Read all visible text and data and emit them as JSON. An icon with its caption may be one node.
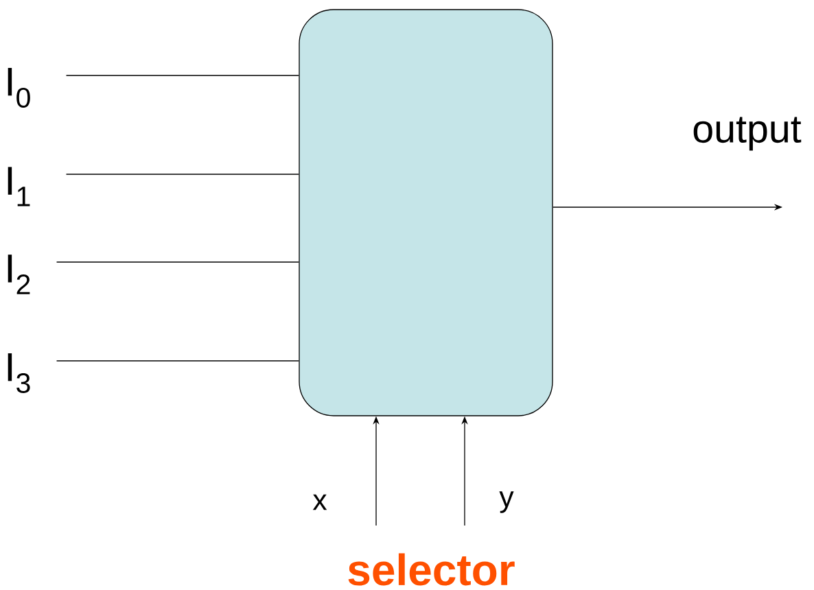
{
  "diagram": {
    "nodes": [
      {
        "text": [],
        "shape": "box"
      },
      {
        "text": [
          "I$_{0}$"
        ]
      },
      {
        "text": [
          "I$_{1}$"
        ]
      },
      {
        "text": [
          "I$_{2}$"
        ]
      },
      {
        "text": [
          "I$_{3}$"
        ]
      }
    ],
    "edges": [
      {
        "from": 1,
        "to": 0,
        "arrow": "none"
      },
      {
        "from": 2,
        "to": 0,
        "arrow": "none"
      },
      {
        "from": 3,
        "to": 0,
        "arrow": "none"
      },
      {
        "from": 4,
        "to": 0,
        "arrow": "none"
      },
      {
        "from": 0,
        "to": null,
        "arrow": "to",
        "label": "output"
      },
      {
        "from": null,
        "to": 0,
        "arrow": "to",
        "label": "x"
      },
      {
        "from": null,
        "to": 0,
        "arrow": "to",
        "label": "y"
      }
    ],
    "labels": [
      "selector"
    ]
  }
}
